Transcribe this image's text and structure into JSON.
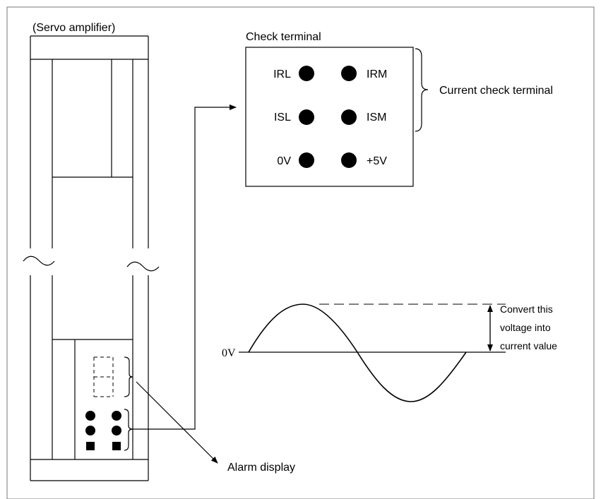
{
  "labels": {
    "servo_amplifier": "(Servo amplifier)",
    "check_terminal": "Check terminal",
    "current_check_terminal": "Current check terminal",
    "alarm_display": "Alarm display",
    "zero_volt_axis": "0V",
    "convert_line1": "Convert this",
    "convert_line2": "voltage into",
    "convert_line3": "current value"
  },
  "terminals": [
    {
      "left": "IRL",
      "right": "IRM"
    },
    {
      "left": "ISL",
      "right": "ISM"
    },
    {
      "left": "0V",
      "right": "+5V"
    }
  ]
}
